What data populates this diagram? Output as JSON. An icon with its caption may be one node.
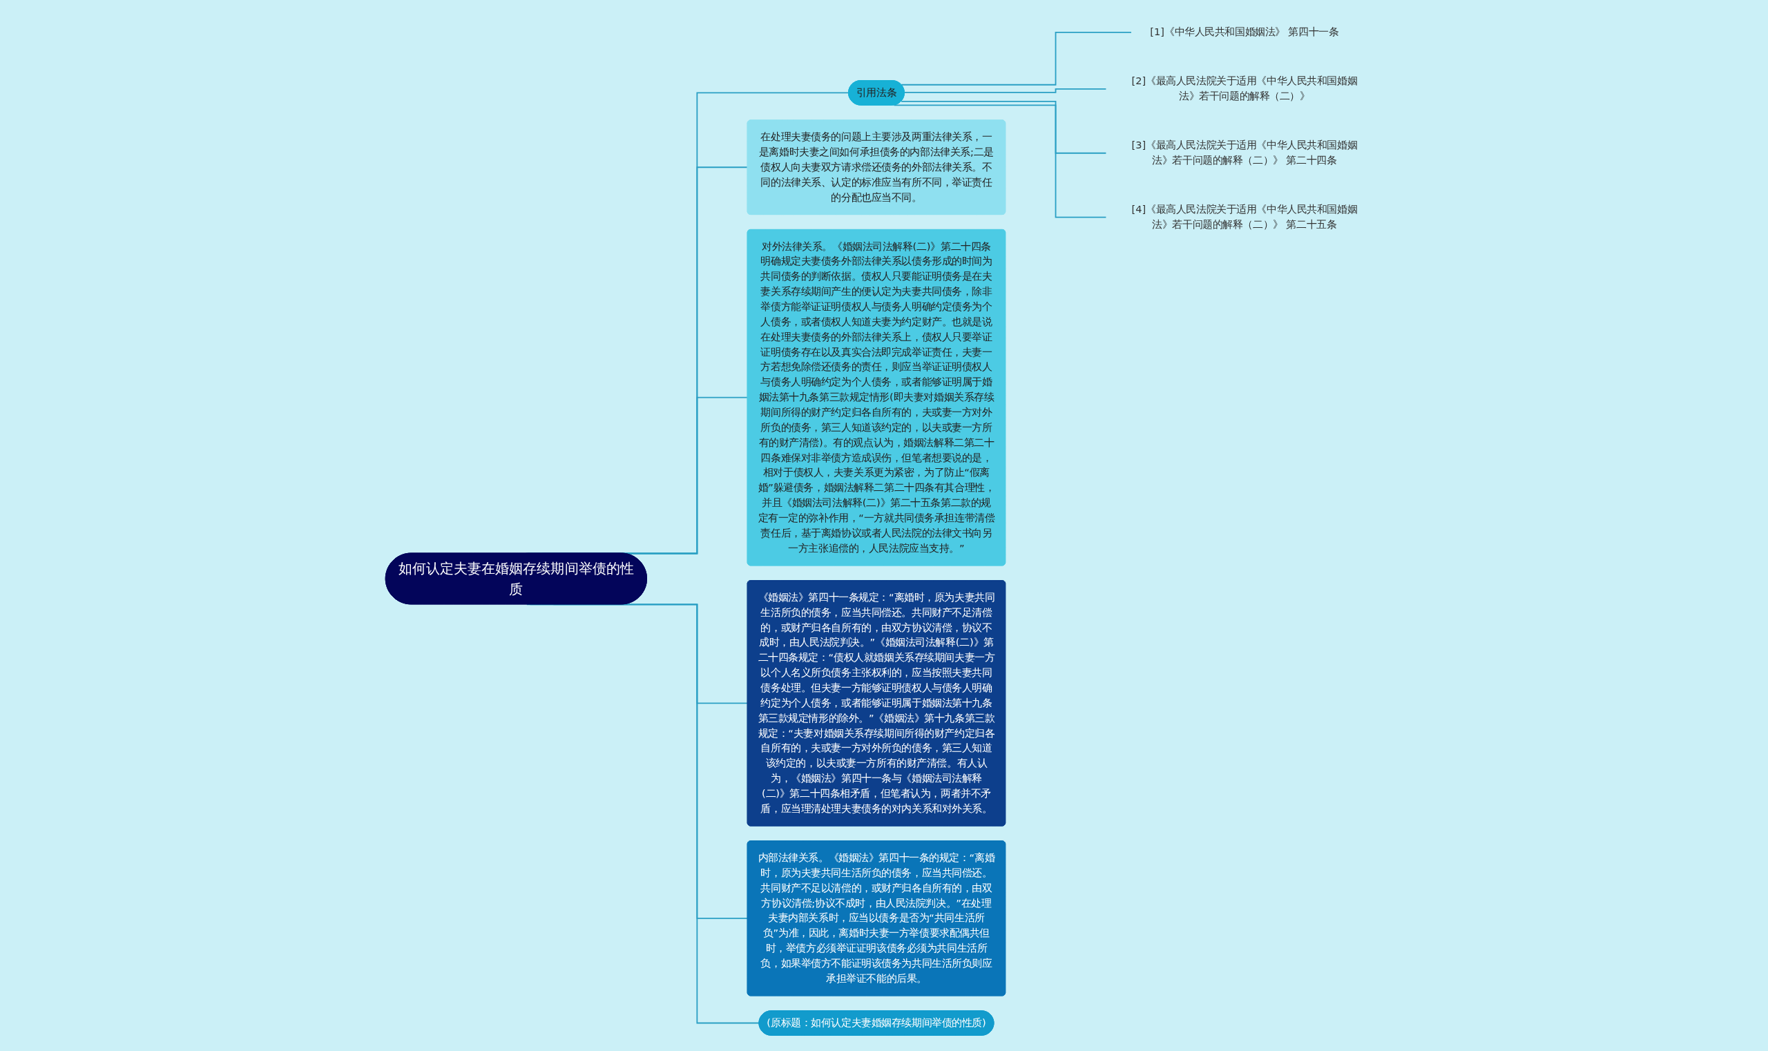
{
  "diagram": {
    "nodes": [
      {
        "text": [
          "如何认定夫妻在婚姻存续期间举债的性质"
        ]
      },
      {
        "text": [
          "在处理夫妻债务的问题上主要涉及两重法律关系，一是离婚时夫妻之间如何承担债务的内部法律关系;二是债权人向夫妻双方请求偿还债务的外部法律关系。不同的法律关系、认定的标准应当有所不同，举证责任的分配也应当不同。"
        ]
      },
      {
        "text": [
          "对外法律关系。《婚姻法司法解释(二)》第二十四条明确规定夫妻债务外部法律关系以债务形成的时间为共同债务的判断依据。债权人只要能证明债务是在夫妻关系存续期间产生的便认定为夫妻共同债务，除非举债方能举证证明债权人与债务人明确约定债务为个人债务，或者债权人知道夫妻为约定财产。也就是说在处理夫妻债务的外部法律关系上，债权人只要举证证明债务存在以及真实合法即完成举证责任，夫妻一方若想免除偿还债务的责任，则应当举证证明债权人与债务人明确约定为个人债务，或者能够证明属于婚姻法第十九条第三款规定情形(即夫妻对婚姻关系存续期间所得的财产约定归各自所有的，夫或妻一方对外所负的债务，第三人知道该约定的，以夫或妻一方所有的财产清偿)。有的观点认为，婚姻法解释二第二十四条难保对非举债方造成误伤，但笔者想要说的是，相对于债权人，夫妻关系更为紧密，为了防止“假离婚”躲避债务，婚姻法解释二第二十四条有其合理性，并且《婚姻法司法解释(二)》第二十五条第二款的规定有一定的弥补作用，“一方就共同债务承担连带清偿责任后，基于离婚协议或者人民法院的法律文书向另一方主张追偿的，人民法院应当支持。”"
        ]
      },
      {
        "text": [
          "《婚姻法》第四十一条规定：“离婚时，原为夫妻共同生活所负的债务，应当共同偿还。共同财产不足清偿的，或财产归各自所有的，由双方协议清偿，协议不成时，由人民法院判决。”《婚姻法司法解释(二)》第二十四条规定：“债权人就婚姻关系存续期间夫妻一方以个人名义所负债务主张权利的，应当按照夫妻共同债务处理。但夫妻一方能够证明债权人与债务人明确约定为个人债务，或者能够证明属于婚姻法第十九条第三款规定情形的除外。”《婚姻法》第十九条第三款规定：“夫妻对婚姻关系存续期间所得的财产约定归各自所有的，夫或妻一方对外所负的债务，第三人知道该约定的，以夫或妻一方所有的财产清偿。有人认为，《婚姻法》第四十一条与《婚姻法司法解释(二)》第二十四条相矛盾，但笔者认为，两者并不矛盾，应当理清处理夫妻债务的对内关系和对外关系。"
        ]
      },
      {
        "text": [
          "内部法律关系。《婚姻法》第四十一条的规定：“离婚时，原为夫妻共同生活所负的债务，应当共同偿还。共同财产不足以清偿的，或财产归各自所有的，由双方协议清偿;协议不成时，由人民法院判决。”在处理夫妻内部关系时，应当以债务是否为“共同生活所负”为准，因此，离婚时夫妻一方举债要求配偶共但时，举债方必须举证证明该债务必须为共同生活所负，如果举债方不能证明该债务为共同生活所负则应承担举证不能的后果。"
        ]
      },
      {
        "text": [
          "(原标题：如何认定夫妻婚姻存续期间举债的性质)"
        ]
      },
      {
        "text": [
          "引用法条"
        ]
      },
      {
        "text": [
          "[1]《中华人民共和国婚姻法》 第四十一条"
        ]
      },
      {
        "text": [
          "[2]《最高人民法院关于适用《中华人民共和国婚姻法》若干问题的解释（二）》"
        ]
      },
      {
        "text": [
          "[3]《最高人民法院关于适用《中华人民共和国婚姻法》若干问题的解释（二）》 第二十四条"
        ]
      },
      {
        "text": [
          "[4]《最高人民法院关于适用《中华人民共和国婚姻法》若干问题的解释（二）》 第二十五条"
        ]
      }
    ],
    "edges": [
      {
        "from": 0,
        "to": 1,
        "arrow": "none"
      },
      {
        "from": 0,
        "to": 2,
        "arrow": "none"
      },
      {
        "from": 0,
        "to": 3,
        "arrow": "none"
      },
      {
        "from": 0,
        "to": 4,
        "arrow": "none"
      },
      {
        "from": 0,
        "to": 5,
        "arrow": "none"
      },
      {
        "from": 0,
        "to": 6,
        "arrow": "none"
      },
      {
        "from": 6,
        "to": 7,
        "arrow": "none"
      },
      {
        "from": 6,
        "to": 8,
        "arrow": "none"
      },
      {
        "from": 6,
        "to": 9,
        "arrow": "none"
      },
      {
        "from": 6,
        "to": 10,
        "arrow": "none"
      }
    ]
  }
}
